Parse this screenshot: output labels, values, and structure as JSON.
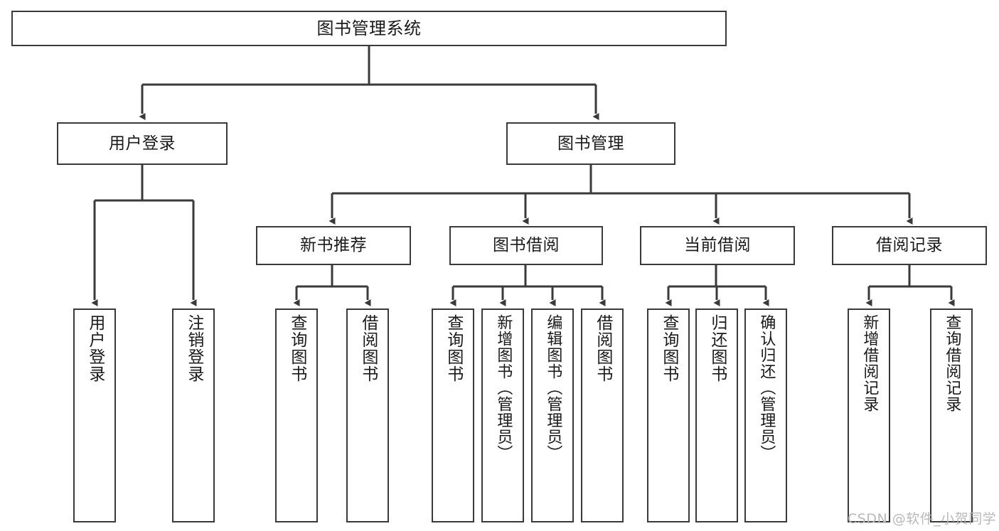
{
  "diagram": {
    "title": "图书管理系统",
    "type": "hierarchy-tree",
    "watermark": "CSDN @软件_小贺同学",
    "colors": {
      "stroke": "#3a3a3a",
      "fill": "#ffffff",
      "text": "#1a1a1a",
      "watermark": "#b9b9b9"
    },
    "levels": {
      "level1": [
        {
          "id": "root",
          "label": "图书管理系统"
        }
      ],
      "level2": [
        {
          "id": "user-login",
          "label": "用户登录"
        },
        {
          "id": "book-manage",
          "label": "图书管理"
        }
      ],
      "level3": [
        {
          "id": "new-book-rec",
          "label": "新书推荐"
        },
        {
          "id": "book-borrow",
          "label": "图书借阅"
        },
        {
          "id": "current-borrow",
          "label": "当前借阅"
        },
        {
          "id": "borrow-record",
          "label": "借阅记录"
        }
      ],
      "level4": [
        {
          "id": "leaf-user-login",
          "label": "用户登录",
          "parent": "user-login"
        },
        {
          "id": "leaf-user-logout",
          "label": "注销登录",
          "parent": "user-login"
        },
        {
          "id": "leaf-query-book-1",
          "label": "查询图书",
          "parent": "new-book-rec"
        },
        {
          "id": "leaf-borrow-book-1",
          "label": "借阅图书",
          "parent": "new-book-rec"
        },
        {
          "id": "leaf-query-book-2",
          "label": "查询图书",
          "parent": "book-borrow"
        },
        {
          "id": "leaf-add-book",
          "label": "新增图书（管理员）",
          "parent": "book-borrow"
        },
        {
          "id": "leaf-edit-book",
          "label": "编辑图书（管理员）",
          "parent": "book-borrow"
        },
        {
          "id": "leaf-borrow-book-2",
          "label": "借阅图书",
          "parent": "book-borrow"
        },
        {
          "id": "leaf-query-book-3",
          "label": "查询图书",
          "parent": "current-borrow"
        },
        {
          "id": "leaf-return-book",
          "label": "归还图书",
          "parent": "current-borrow"
        },
        {
          "id": "leaf-confirm-return",
          "label": "确认归还（管理员）",
          "parent": "current-borrow"
        },
        {
          "id": "leaf-add-record",
          "label": "新增借阅记录",
          "parent": "borrow-record"
        },
        {
          "id": "leaf-query-record",
          "label": "查询借阅记录",
          "parent": "borrow-record"
        }
      ]
    }
  }
}
